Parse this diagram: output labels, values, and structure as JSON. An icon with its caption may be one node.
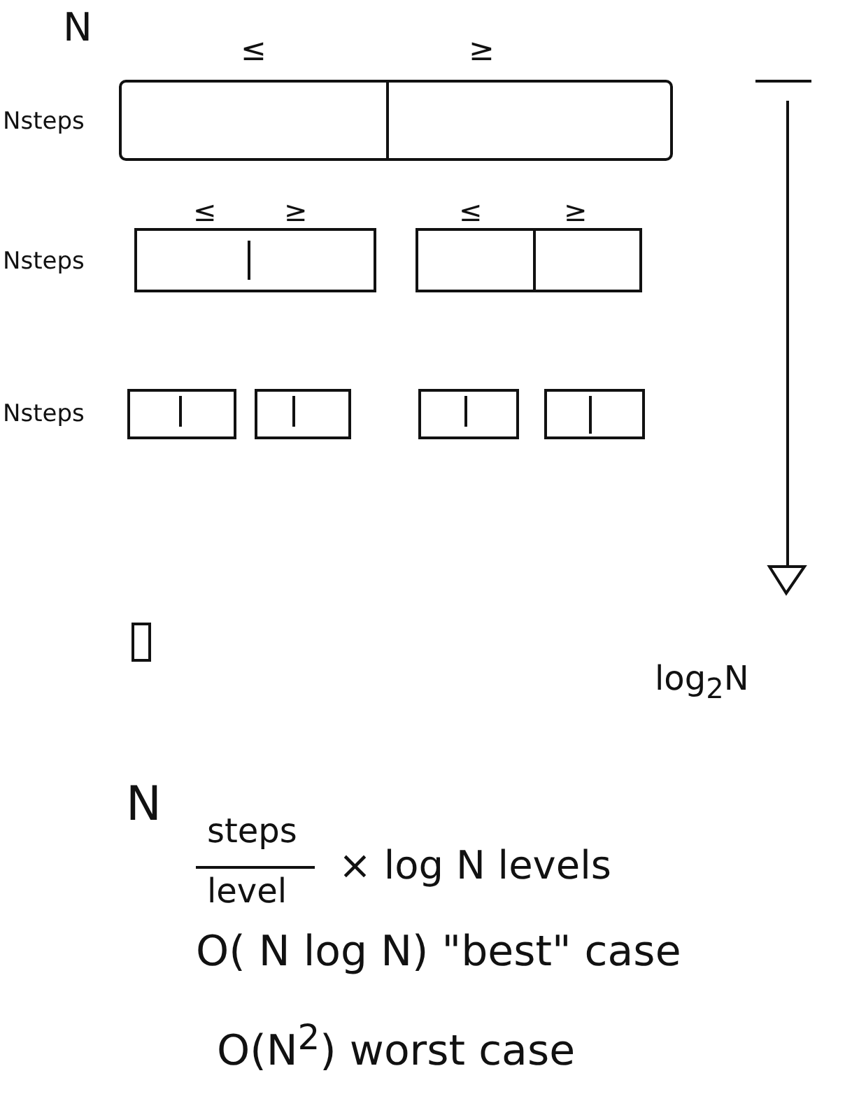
{
  "diagram": {
    "labels": [
      "N",
      "≤",
      "≥",
      "Nsteps",
      "≤",
      "≥",
      "≤",
      "≥",
      "Nsteps",
      "Nsteps",
      "log$_{2}$N",
      "N",
      "steps",
      "level",
      "× log N levels",
      "O( N log N) \"best\" case",
      "O(N$^{2}$) worst case"
    ]
  }
}
